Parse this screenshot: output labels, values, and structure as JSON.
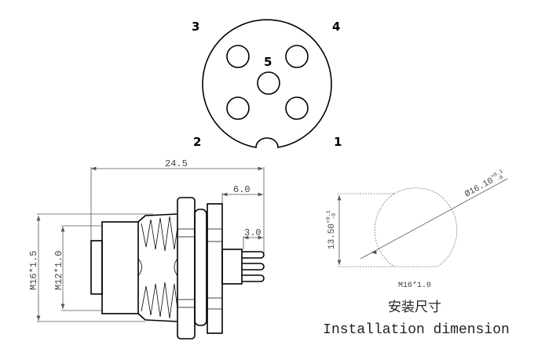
{
  "pin_face": {
    "pins": [
      "1",
      "2",
      "3",
      "4",
      "5"
    ]
  },
  "side_view": {
    "overall_length": "24.5",
    "flange_to_end": "6.0",
    "pin_length": "3.0",
    "outer_thread": "M16*1.5",
    "inner_thread": "M12*1.0"
  },
  "installation": {
    "height": "13.50",
    "height_tol_plus": "+0.1",
    "height_tol_minus": "-0",
    "diameter": "Ø16.10",
    "diameter_tol_plus": "+0.1",
    "diameter_tol_minus": "-0",
    "thread": "M16*1.0",
    "caption_cn": "安装尺寸",
    "caption_en": "Installation dimension"
  }
}
